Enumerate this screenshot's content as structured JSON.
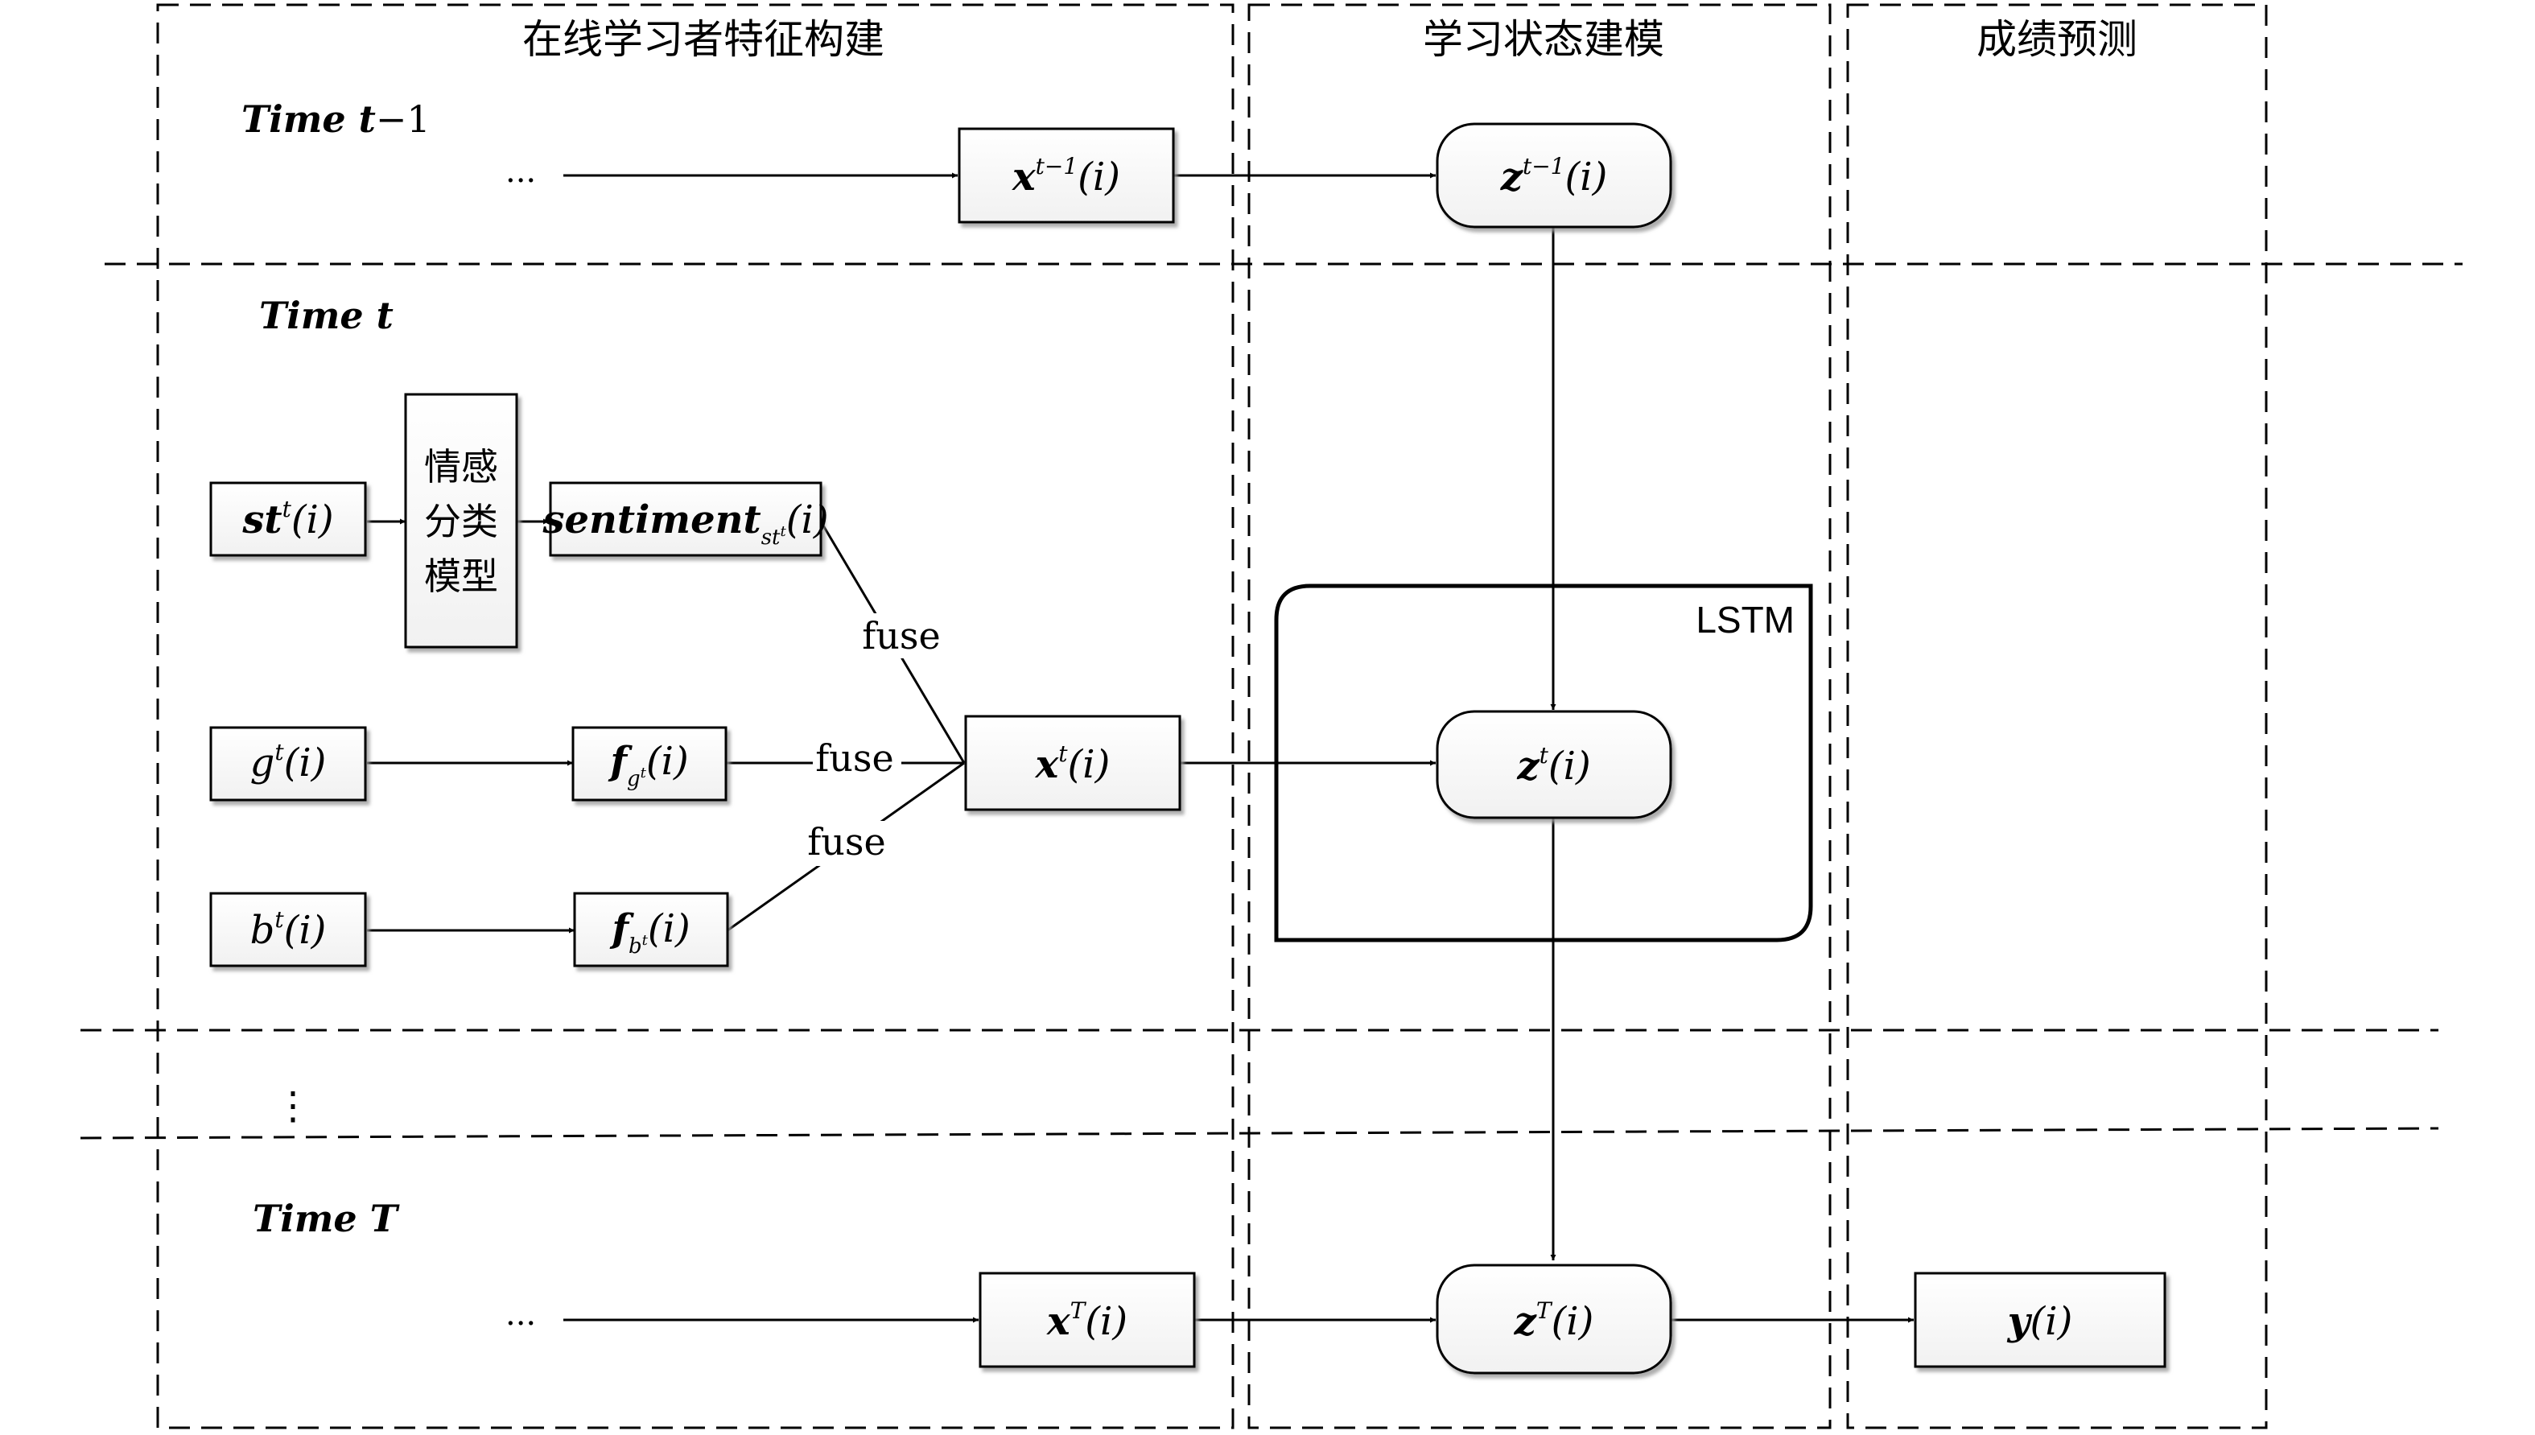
{
  "columns": {
    "feature": "在线学习者特征构建",
    "state": "学习状态建模",
    "predict": "成绩预测"
  },
  "rows": {
    "t_minus_1": {
      "main": "Time ",
      "var": "t",
      "minus": "−",
      "num": "1"
    },
    "t": {
      "main": "Time ",
      "var": "t"
    },
    "T": {
      "main": "Time ",
      "var": "T"
    }
  },
  "ellipsis": {
    "h": "...",
    "v": "⋮"
  },
  "nodes": {
    "x_tm1": {
      "base": "x",
      "sup": "t−1",
      "arg": "(i)"
    },
    "z_tm1": {
      "base": "z",
      "sup": "t−1",
      "arg": "(i)"
    },
    "st": {
      "base": "st",
      "sup": "t",
      "arg": "(i)"
    },
    "sentiment_model": [
      "情感",
      "分类",
      "模型"
    ],
    "sentiment": {
      "base": "sentiment",
      "sub": "st",
      "subsup": "t",
      "arg": "(i)"
    },
    "g": {
      "base": "g",
      "sup": "t",
      "arg": "(i)"
    },
    "fg": {
      "base": "f",
      "sub": "g",
      "subsup": "t",
      "arg": "(i)"
    },
    "b": {
      "base": "b",
      "sup": "t",
      "arg": "(i)"
    },
    "fb": {
      "base": "f",
      "sub": "b",
      "subsup": "t",
      "arg": "(i)"
    },
    "x_t": {
      "base": "x",
      "sup": "t",
      "arg": "(i)"
    },
    "z_t": {
      "base": "z",
      "sup": "t",
      "arg": "(i)"
    },
    "x_T": {
      "base": "x",
      "sup": "T",
      "arg": "(i)"
    },
    "z_T": {
      "base": "z",
      "sup": "T",
      "arg": "(i)"
    },
    "y": {
      "base": "y",
      "arg": "(i)"
    }
  },
  "labels": {
    "fuse_top": "fuse",
    "fuse_mid": "fuse",
    "fuse_bot": "fuse",
    "lstm": "LSTM"
  }
}
